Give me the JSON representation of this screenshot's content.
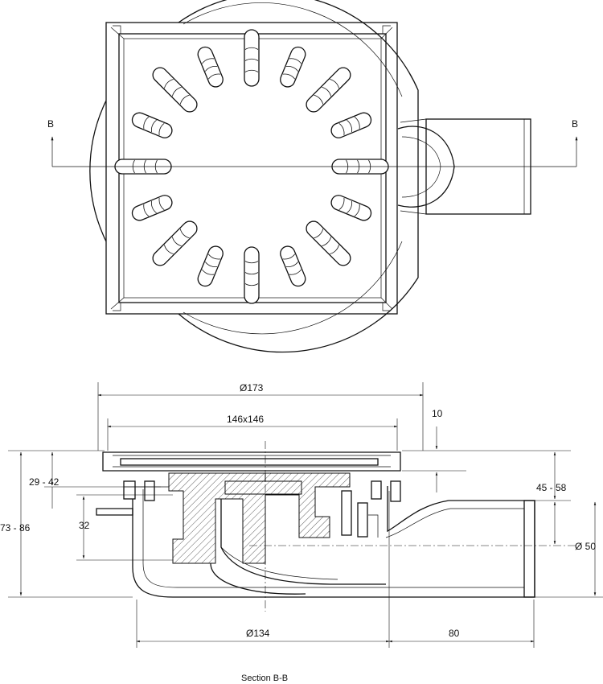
{
  "plan_view": {
    "section_marker_left": "B",
    "section_marker_right": "B"
  },
  "section_view": {
    "caption": "Section B-B",
    "dimensions": {
      "overall_diameter": "Ø173",
      "grate_size": "146x146",
      "grate_height": "10",
      "height_range_1": "29 - 42",
      "height_range_2": "73 - 86",
      "seal_height": "32",
      "outlet_height": "45 - 58",
      "outlet_diameter": "Ø 50",
      "body_diameter": "Ø134",
      "outlet_length": "80"
    }
  }
}
